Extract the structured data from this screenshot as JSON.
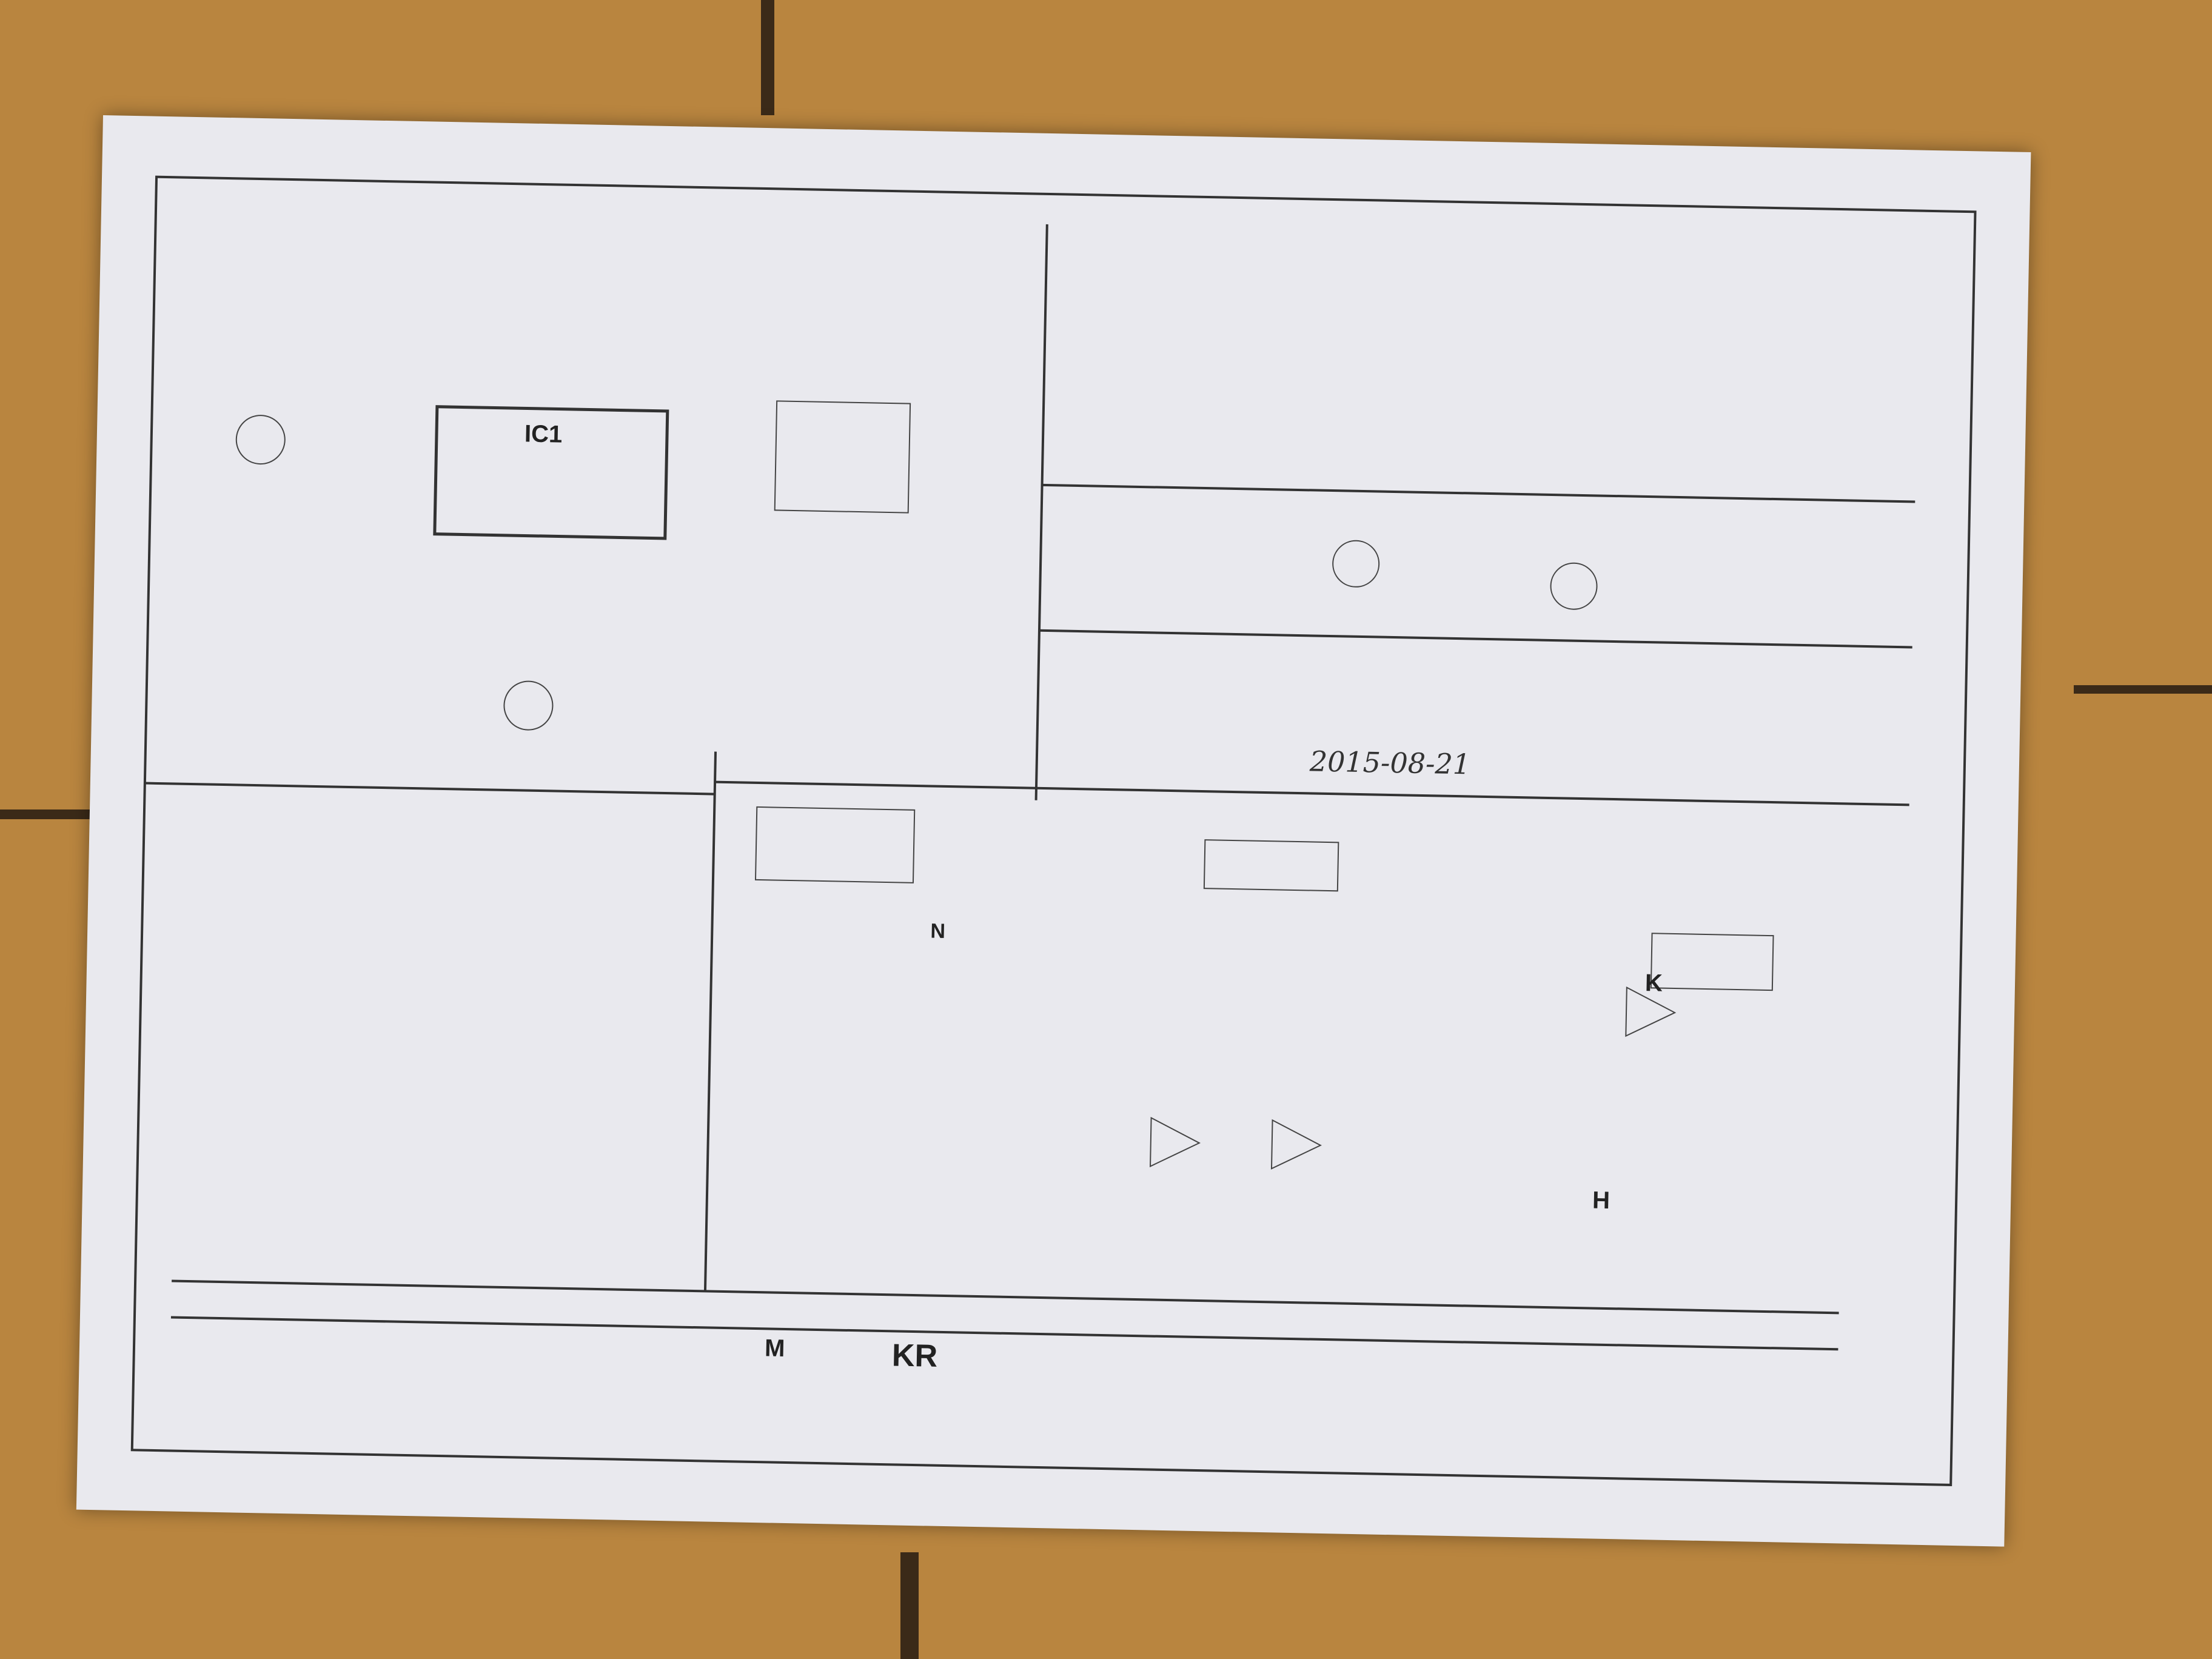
{
  "schematic": {
    "ic_main": "IC1",
    "bottom_label": "KR",
    "label_M": "M",
    "label_H": "H",
    "label_K": "K",
    "label_N": "N",
    "handwritten_date": "2015-08-21"
  },
  "colors": {
    "floor": "#b9853f",
    "paper": "#e9e9ee",
    "ink": "#222222"
  }
}
